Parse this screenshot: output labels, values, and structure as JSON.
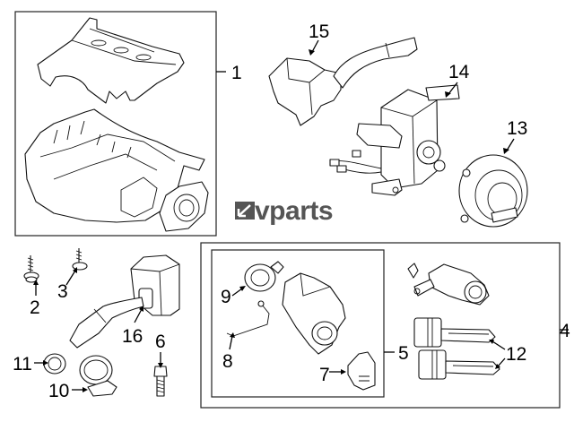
{
  "diagram": {
    "title": "Steering column switches / ignition lock parts diagram",
    "watermark": "vparts",
    "watermark_color": "#555555",
    "callouts": [
      {
        "id": "1",
        "label": "1",
        "part": "steering column shroud"
      },
      {
        "id": "2",
        "label": "2",
        "part": "screw"
      },
      {
        "id": "3",
        "label": "3",
        "part": "screw"
      },
      {
        "id": "4",
        "label": "4",
        "part": "lock cylinder set"
      },
      {
        "id": "5",
        "label": "5",
        "part": "ignition lock housing"
      },
      {
        "id": "6",
        "label": "6",
        "part": "bolt"
      },
      {
        "id": "7",
        "label": "7",
        "part": "ignition switch"
      },
      {
        "id": "8",
        "label": "8",
        "part": "cable"
      },
      {
        "id": "9",
        "label": "9",
        "part": "immobilizer ring"
      },
      {
        "id": "10",
        "label": "10",
        "part": "antenna ring"
      },
      {
        "id": "11",
        "label": "11",
        "part": "bezel"
      },
      {
        "id": "12",
        "label": "12",
        "part": "keys"
      },
      {
        "id": "13",
        "label": "13",
        "part": "clockspring"
      },
      {
        "id": "14",
        "label": "14",
        "part": "switch housing"
      },
      {
        "id": "15",
        "label": "15",
        "part": "turn signal switch"
      },
      {
        "id": "16",
        "label": "16",
        "part": "wiper switch"
      }
    ]
  }
}
